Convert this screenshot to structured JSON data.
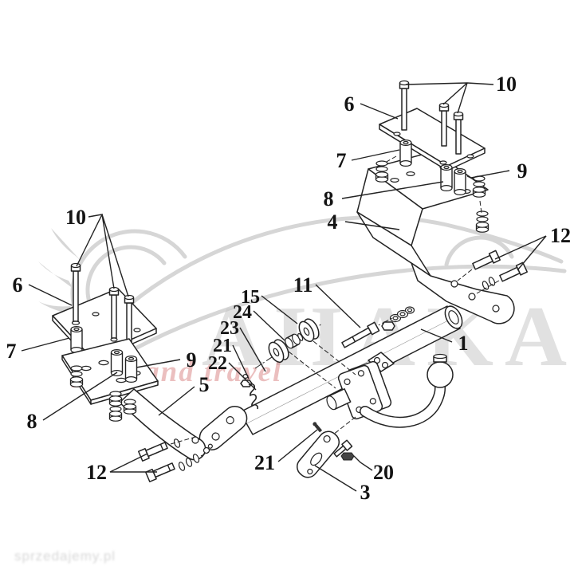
{
  "diagram": {
    "subject": "Towbar exploded-parts assembly diagram",
    "background_color": "#ffffff",
    "line_color": "#232323"
  },
  "watermark": {
    "brand": "AHAKA",
    "brand_color": "#c9c9c9",
    "slogan": "park and travel",
    "slogan_color": "#c23b3b",
    "corner_text": "sprzedajemy.pl"
  },
  "part_labels": [
    {
      "id": "10-left",
      "text": "10"
    },
    {
      "id": "6-left",
      "text": "6"
    },
    {
      "id": "7-left",
      "text": "7"
    },
    {
      "id": "9-left",
      "text": "9"
    },
    {
      "id": "8-left",
      "text": "8"
    },
    {
      "id": "5",
      "text": "5"
    },
    {
      "id": "12-left",
      "text": "12"
    },
    {
      "id": "6-right",
      "text": "6"
    },
    {
      "id": "10-right",
      "text": "10"
    },
    {
      "id": "7-right",
      "text": "7"
    },
    {
      "id": "9-right",
      "text": "9"
    },
    {
      "id": "8-right",
      "text": "8"
    },
    {
      "id": "4",
      "text": "4"
    },
    {
      "id": "12-right",
      "text": "12"
    },
    {
      "id": "11",
      "text": "11"
    },
    {
      "id": "15",
      "text": "15"
    },
    {
      "id": "24",
      "text": "24"
    },
    {
      "id": "23",
      "text": "23"
    },
    {
      "id": "21-middle",
      "text": "21"
    },
    {
      "id": "22",
      "text": "22"
    },
    {
      "id": "1",
      "text": "1"
    },
    {
      "id": "21-bottom",
      "text": "21"
    },
    {
      "id": "20",
      "text": "20"
    },
    {
      "id": "3",
      "text": "3"
    }
  ]
}
